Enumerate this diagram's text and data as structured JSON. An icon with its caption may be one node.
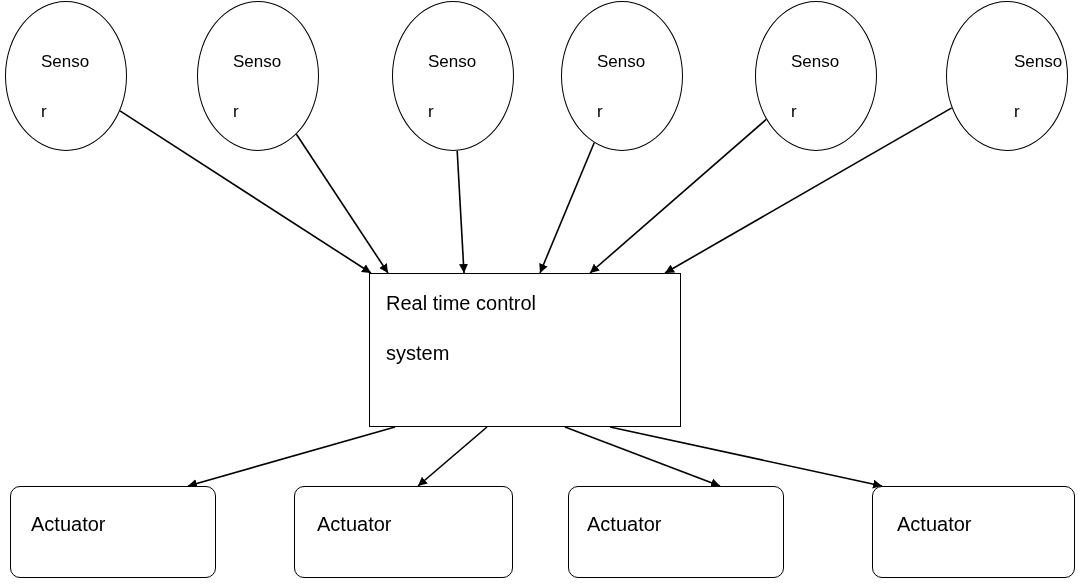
{
  "diagram": {
    "nodes": [
      {
        "text": [
          "Senso r"
        ]
      },
      {
        "text": [
          "Senso r"
        ]
      },
      {
        "text": [
          "Senso r"
        ]
      },
      {
        "text": [
          "Senso r"
        ]
      },
      {
        "text": [
          "Senso r"
        ]
      },
      {
        "text": [
          "Senso r"
        ]
      },
      {
        "text": [
          "Real time control system"
        ]
      },
      {
        "text": [
          "Actuator"
        ]
      },
      {
        "text": [
          "Actuator"
        ]
      },
      {
        "text": [
          "Actuator"
        ]
      },
      {
        "text": [
          "Actuator"
        ]
      }
    ],
    "edges": [
      {
        "from": 0,
        "to": 6,
        "arrow": "to"
      },
      {
        "from": 1,
        "to": 6,
        "arrow": "to"
      },
      {
        "from": 2,
        "to": 6,
        "arrow": "to"
      },
      {
        "from": 3,
        "to": 6,
        "arrow": "to"
      },
      {
        "from": 4,
        "to": 6,
        "arrow": "to"
      },
      {
        "from": 5,
        "to": 6,
        "arrow": "to"
      },
      {
        "from": 6,
        "to": 7,
        "arrow": "to"
      },
      {
        "from": 6,
        "to": 8,
        "arrow": "to"
      },
      {
        "from": 6,
        "to": 9,
        "arrow": "to"
      },
      {
        "from": 6,
        "to": 10,
        "arrow": "to"
      }
    ]
  }
}
